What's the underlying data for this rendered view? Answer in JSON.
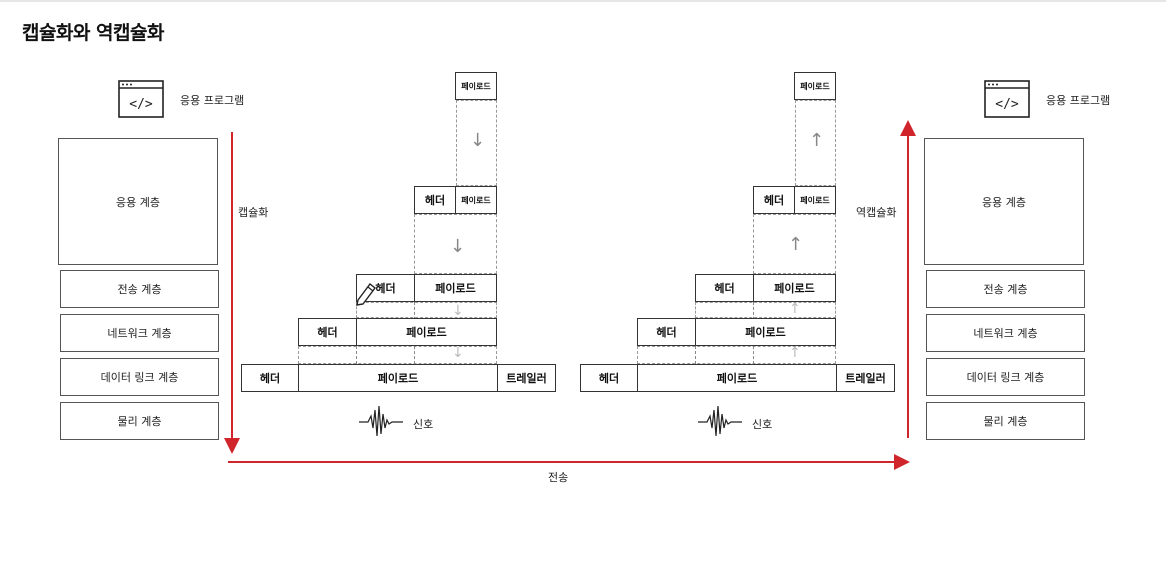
{
  "title": "캡슐화와 역캡슐화",
  "app_label": "응용 프로그램",
  "layers": [
    "응용 계층",
    "전송 계층",
    "네트워크 계층",
    "데이터 링크 계층",
    "물리 계층"
  ],
  "encap_label": "캡슐화",
  "decap_label": "역캡슐화",
  "transmit_label": "전송",
  "signal_label": "신호",
  "header": "헤더",
  "payload": "페이로드",
  "trailer": "트레일러",
  "arrow_down": "↓",
  "arrow_up": "↑",
  "colors": {
    "accent_red": "#d0252b"
  },
  "icons": [
    "code-window-icon",
    "pencil-icon",
    "signal-wave-icon"
  ]
}
